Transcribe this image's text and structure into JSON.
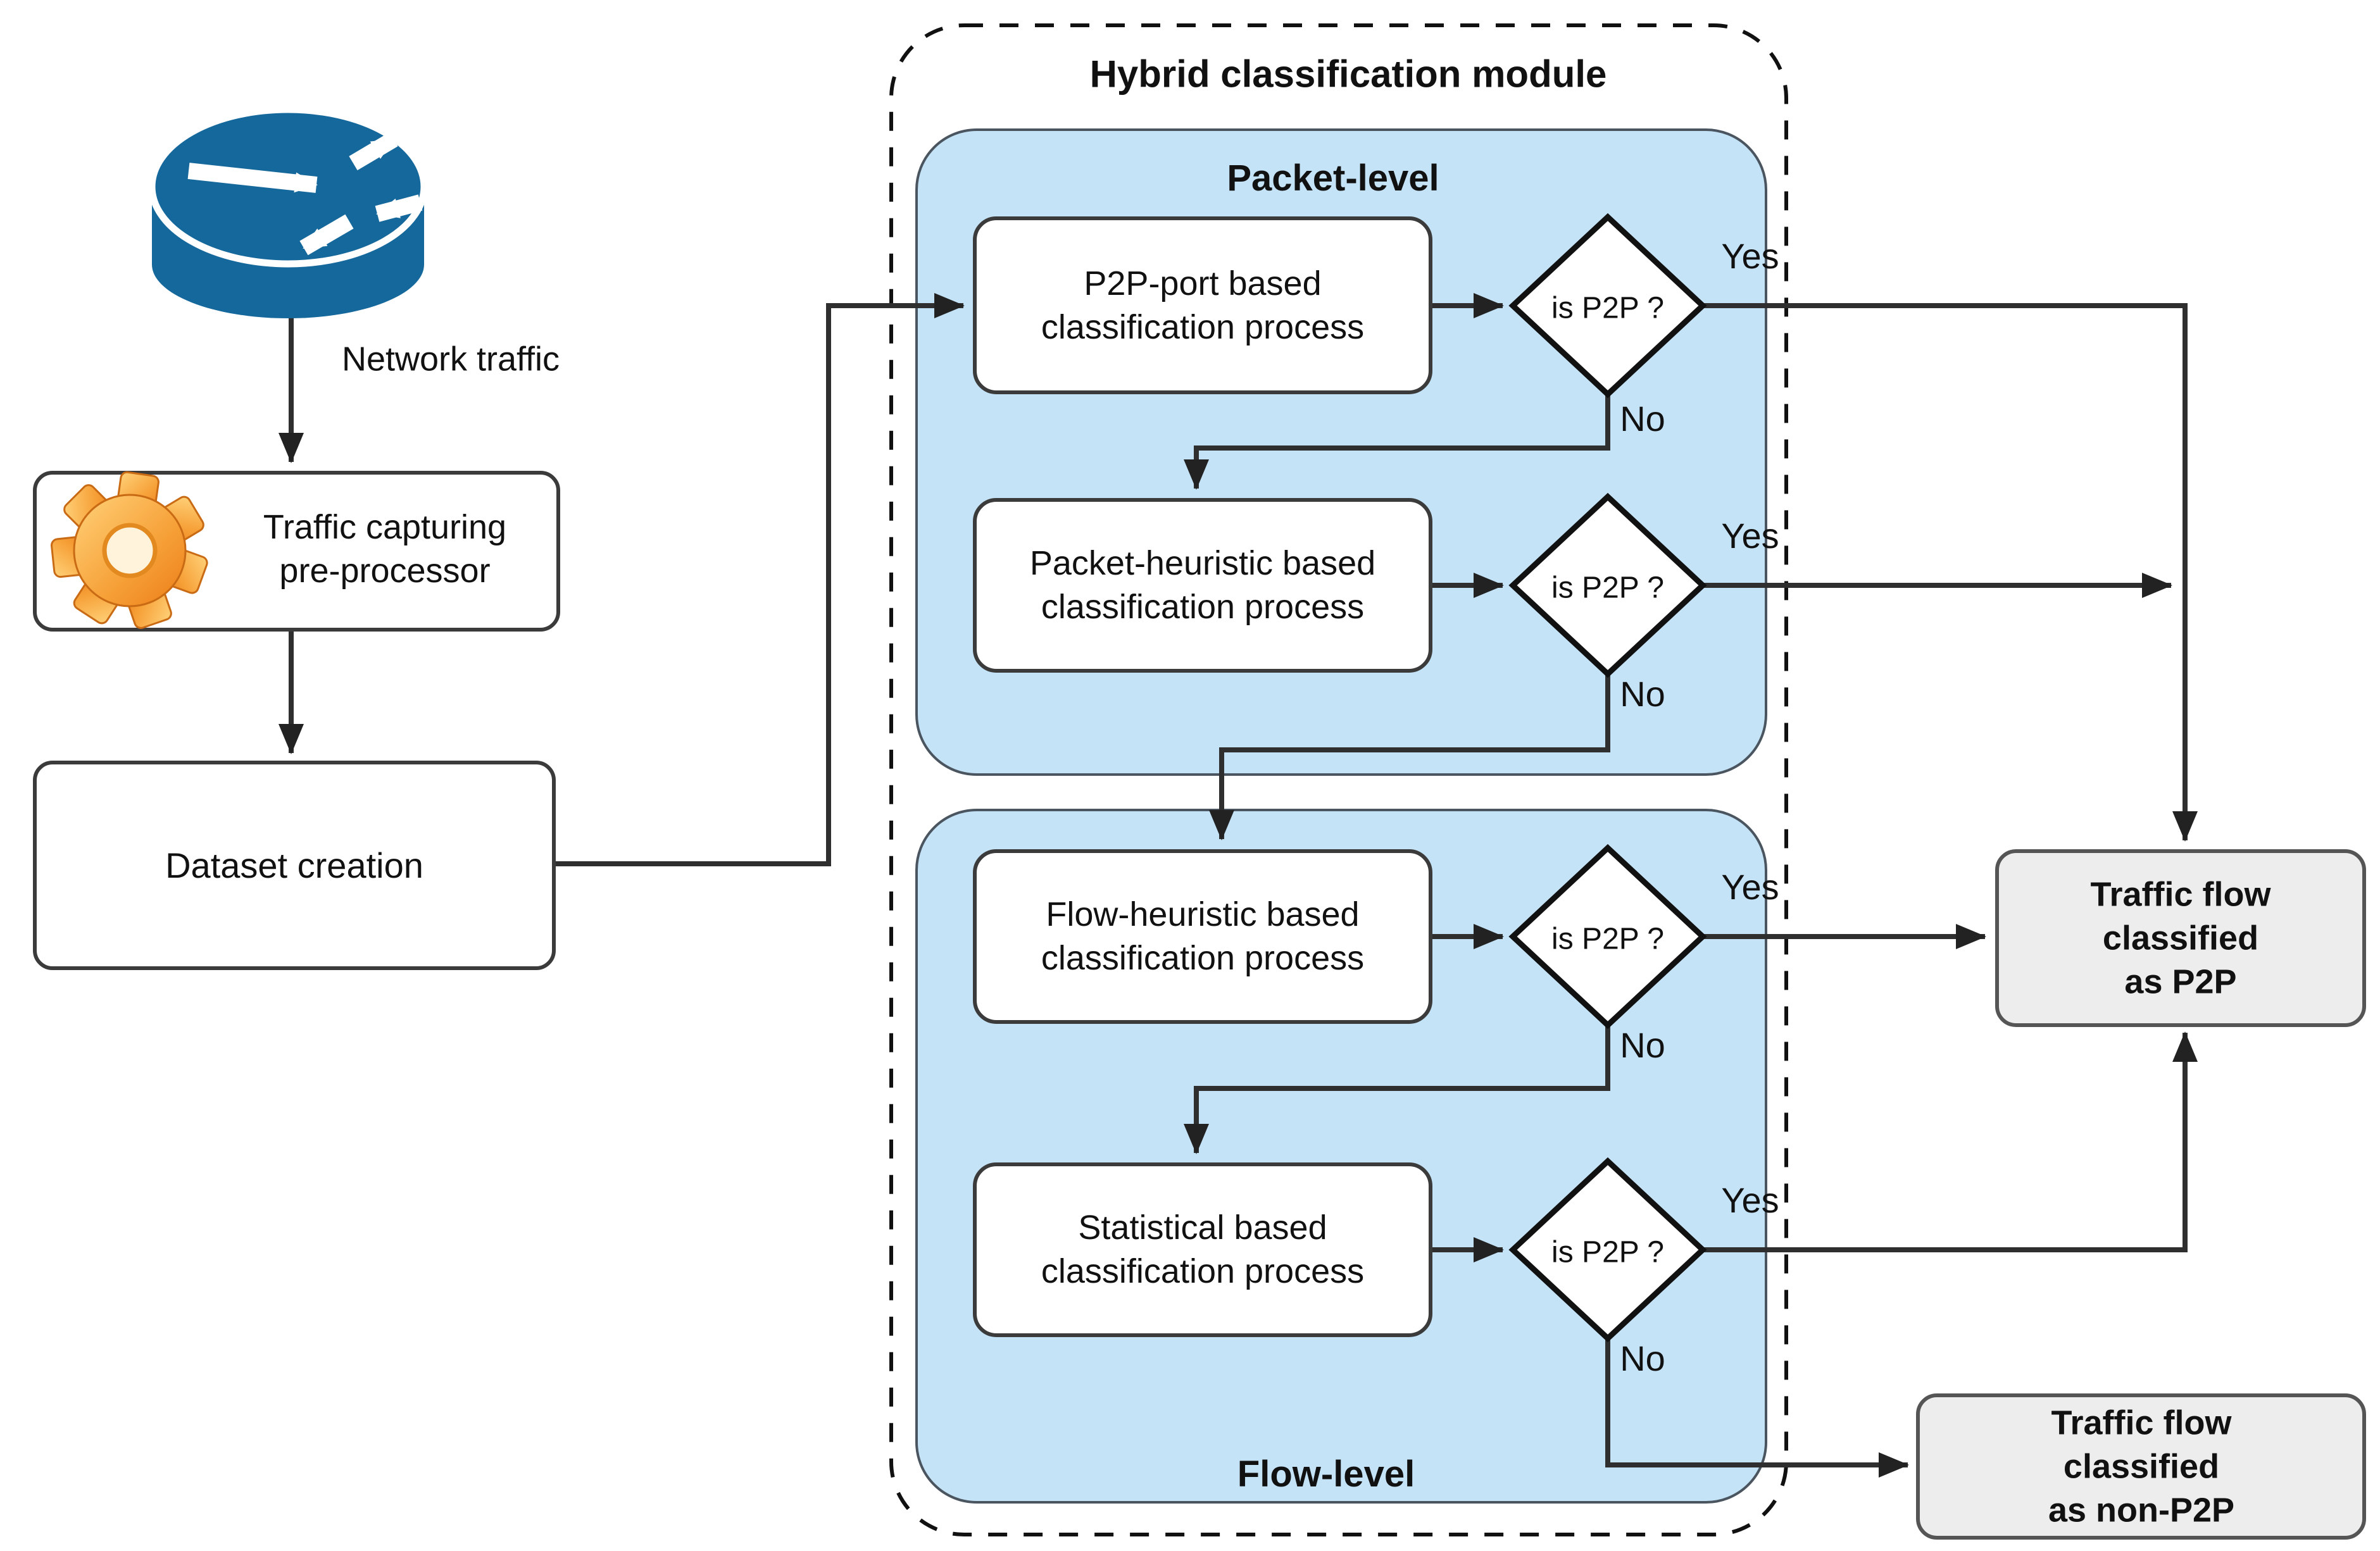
{
  "source": {
    "icon": "router-icon",
    "flow_label": "Network traffic"
  },
  "preprocessor": {
    "icon": "gear-icon",
    "label": "Traffic capturing\npre-processor"
  },
  "dataset": {
    "label": "Dataset creation"
  },
  "module": {
    "title": "Hybrid classification module",
    "levels": [
      {
        "label": "Packet-level"
      },
      {
        "label": "Flow-level"
      }
    ],
    "processes": [
      {
        "label": "P2P-port based\nclassification process"
      },
      {
        "label": "Packet-heuristic based\nclassification process"
      },
      {
        "label": "Flow-heuristic based\nclassification process"
      },
      {
        "label": "Statistical based\nclassification process"
      }
    ],
    "decisions": [
      {
        "label": "is P2P ?",
        "yes": "Yes",
        "no": "No"
      },
      {
        "label": "is P2P ?",
        "yes": "Yes",
        "no": "No"
      },
      {
        "label": "is P2P ?",
        "yes": "Yes",
        "no": "No"
      },
      {
        "label": "is P2P ?",
        "yes": "Yes",
        "no": "No"
      }
    ]
  },
  "results": {
    "p2p": {
      "label": "Traffic flow\nclassified as P2P"
    },
    "non_p2p": {
      "label": "Traffic flow classified\nas non-P2P"
    }
  },
  "colors": {
    "level_fill": "#C5E3F7",
    "level_stroke": "#4A5560",
    "process_fill": "#FFFFFF",
    "process_stroke": "#3B3B3B",
    "result_fill": "#EDEDED",
    "result_stroke": "#555555",
    "diamond_fill": "#FFFFFF",
    "line": "#2F2F2F",
    "dashed_border": "#111111",
    "router_blue": "#15689B",
    "gear_orange_light": "#FFD27A",
    "gear_orange_dark": "#ED7D17"
  }
}
